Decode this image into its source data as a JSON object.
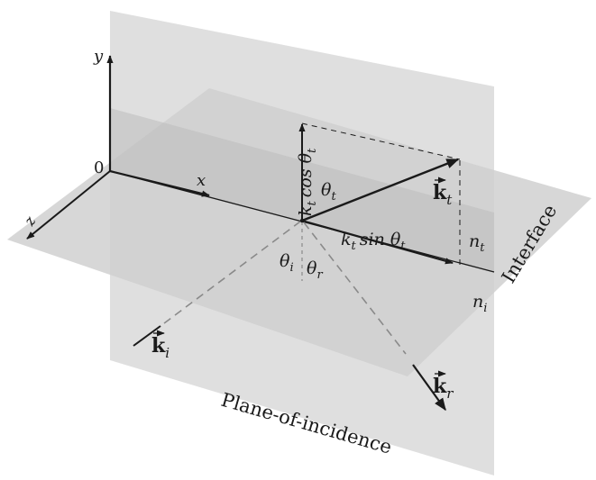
{
  "labels": {
    "y_axis": "y",
    "x_axis": "x",
    "z_axis": "z",
    "origin": "0",
    "kt_cos": "k",
    "kt_cos_sub": "t",
    "kt_cos_rest": "cos θ",
    "kt_cos_rest_sub": "t",
    "theta_t": "θ",
    "theta_t_sub": "t",
    "vec_kt": "k",
    "vec_kt_sub": "t",
    "kt_sin": "k",
    "kt_sin_sub": "t",
    "kt_sin_rest": "sin θ",
    "kt_sin_rest_sub": "t",
    "n_t": "n",
    "n_t_sub": "t",
    "n_i": "n",
    "n_i_sub": "i",
    "theta_i": "θ",
    "theta_i_sub": "i",
    "theta_r": "θ",
    "theta_r_sub": "r",
    "vec_ki": "k",
    "vec_ki_sub": "i",
    "vec_kr": "k",
    "vec_kr_sub": "r",
    "interface": "Interface",
    "plane_of_incidence": "Plane-of-incidence"
  },
  "colors": {
    "plane_fill": "#d3d3d3",
    "overlap_fill": "#bdbdbd",
    "line": "#1a1a1a",
    "dashed_ray": "#8a8a8a"
  }
}
